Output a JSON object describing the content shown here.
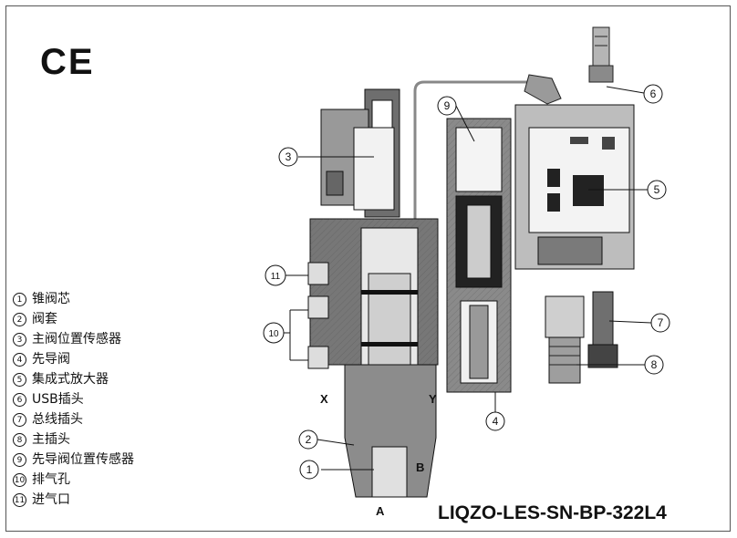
{
  "ce_mark": "CE",
  "legend": [
    {
      "num": "1",
      "text": "锥阀芯"
    },
    {
      "num": "2",
      "text": "阀套"
    },
    {
      "num": "3",
      "text": "主阀位置传感器"
    },
    {
      "num": "4",
      "text": "先导阀"
    },
    {
      "num": "5",
      "text": "集成式放大器"
    },
    {
      "num": "6",
      "text": "USB插头"
    },
    {
      "num": "7",
      "text": "总线插头"
    },
    {
      "num": "8",
      "text": "主插头"
    },
    {
      "num": "9",
      "text": "先导阀位置传感器"
    },
    {
      "num": "10",
      "text": "排气孔"
    },
    {
      "num": "11",
      "text": "进气口"
    }
  ],
  "diagram": {
    "callouts": [
      "1",
      "2",
      "3",
      "4",
      "5",
      "6",
      "7",
      "8",
      "9",
      "10",
      "11"
    ],
    "ports": {
      "x": "X",
      "y": "Y",
      "a": "A",
      "b": "B"
    }
  },
  "model": "LIQZO-LES-SN-BP-322L4"
}
